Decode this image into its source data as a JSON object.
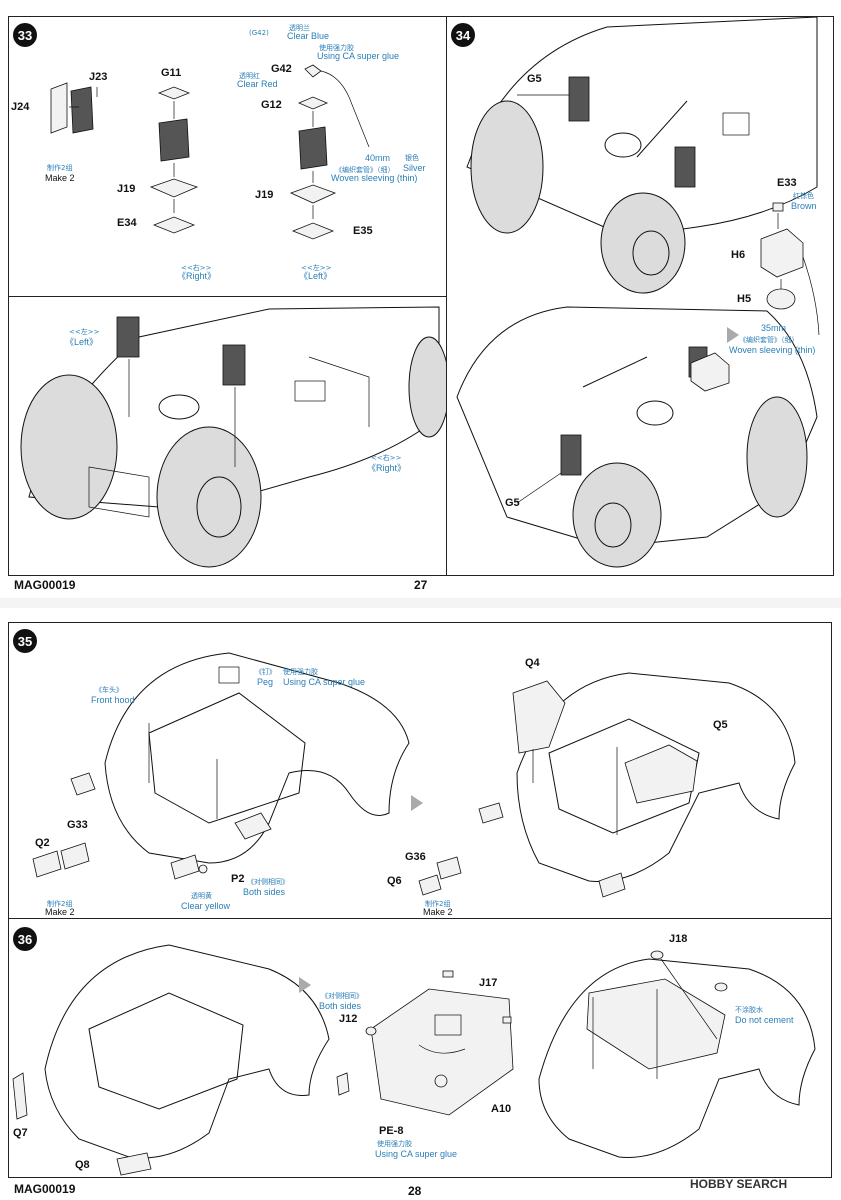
{
  "page27": {
    "code": "MAG00019",
    "number": "27",
    "step33": {
      "num": "33",
      "parts_left": [
        "J23",
        "J24",
        "G11",
        "J19",
        "E34"
      ],
      "parts_right": [
        "G42",
        "G12",
        "J19",
        "E35"
      ],
      "make2_zh": "制作2组",
      "make2": "Make 2",
      "g42_label": "(G42)",
      "clear_blue_zh": "透明兰",
      "clear_blue": "Clear Blue",
      "glue_zh": "使用强力胶",
      "glue": "Using CA super glue",
      "clear_red_zh": "透明红",
      "clear_red": "Clear Red",
      "sleeve_len": "40mm",
      "silver_zh": "银色",
      "silver": "Silver",
      "sleeve_zh": "《编织套管》（细）",
      "sleeve": "Woven sleeving (thin)",
      "right_zh": "<<右>>",
      "right": "《Right》",
      "left_zh": "<<左>>",
      "left": "《Left》"
    },
    "step33b": {
      "left_zh": "<<左>>",
      "left": "《Left》",
      "right_zh": "<<右>>",
      "right": "《Right》"
    },
    "step34": {
      "num": "34",
      "g5_top": "G5",
      "g5_bottom": "G5",
      "e33": "E33",
      "brown_zh": "红棕色",
      "brown": "Brown",
      "h6": "H6",
      "h5": "H5",
      "sleeve_len": "35mm",
      "sleeve_zh": "《编织套管》（细）",
      "sleeve": "Woven sleeving (thin)"
    }
  },
  "page28": {
    "code": "MAG00019",
    "number": "28",
    "step35": {
      "num": "35",
      "front_hood_zh": "《车头》",
      "front_hood": "Front hood",
      "peg_zh": "《钉》",
      "peg": "Peg",
      "glue_zh": "使用强力胶",
      "glue": "Using CA super glue",
      "q2": "Q2",
      "g33": "G33",
      "make2_zh": "制作2组",
      "make2": "Make 2",
      "p2": "P2",
      "both_zh": "《对侧相同》",
      "both": "Both sides",
      "clear_yellow_zh": "透明黄",
      "clear_yellow": "Clear yellow",
      "q4": "Q4",
      "q5": "Q5",
      "g36": "G36",
      "q6": "Q6",
      "make2b_zh": "制作2组",
      "make2b": "Make 2"
    },
    "step36": {
      "num": "36",
      "both_zh": "《对侧相同》",
      "both": "Both sides",
      "j12": "J12",
      "j17": "J17",
      "j18": "J18",
      "q7": "Q7",
      "q8": "Q8",
      "pe8": "PE-8",
      "glue_zh": "使用强力胶",
      "glue": "Using CA super glue",
      "a10": "A10",
      "no_cement_zh": "不涂胶水",
      "no_cement": "Do not cement"
    }
  },
  "watermark": {
    "brand": "HOBBY SEARCH"
  }
}
